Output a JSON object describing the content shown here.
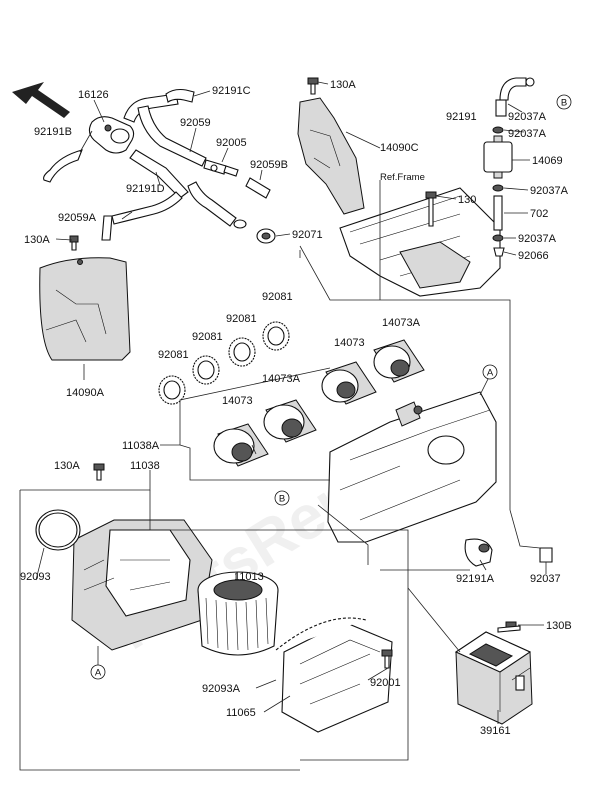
{
  "watermark": "PartsRepublik",
  "callouts": {
    "c16126": "16126",
    "c92191C": "92191C",
    "c92191B": "92191B",
    "c92059": "92059",
    "c92005": "92005",
    "c92191D": "92191D",
    "c92059B": "92059B",
    "c92059A": "92059A",
    "c130A_top": "130A",
    "c14090C": "14090C",
    "c92191": "92191",
    "c92037A_1": "92037A",
    "c92037A_2": "92037A",
    "c14069": "14069",
    "c92037A_3": "92037A",
    "c702": "702",
    "c92037A_4": "92037A",
    "c92066": "92066",
    "cRefFrame": "Ref.Frame",
    "c130": "130",
    "c130A_left": "130A",
    "c92071": "92071",
    "c14090A": "14090A",
    "c92081_1": "92081",
    "c92081_2": "92081",
    "c92081_3": "92081",
    "c92081_4": "92081",
    "c14073A_1": "14073A",
    "c14073_1": "14073",
    "c14073A_2": "14073A",
    "c14073_2": "14073",
    "c11038A": "11038A",
    "c130A_mid": "130A",
    "c11038": "11038",
    "c92093": "92093",
    "c11013": "11013",
    "c92093A": "92093A",
    "c92001": "92001",
    "c11065": "11065",
    "c92191A": "92191A",
    "c92037": "92037",
    "c130B": "130B",
    "c39161": "39161",
    "refA_1": "A",
    "refA_2": "A",
    "refB_1": "B",
    "refB_2": "B"
  }
}
